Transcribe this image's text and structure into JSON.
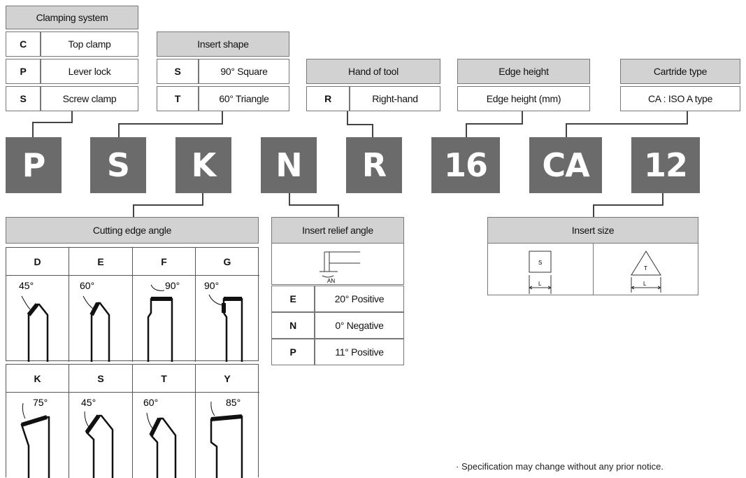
{
  "clamping": {
    "title": "Clamping system",
    "rows": [
      {
        "code": "C",
        "label": "Top clamp"
      },
      {
        "code": "P",
        "label": "Lever lock"
      },
      {
        "code": "S",
        "label": "Screw clamp"
      }
    ]
  },
  "insert_shape": {
    "title": "Insert shape",
    "rows": [
      {
        "code": "S",
        "label": "90° Square"
      },
      {
        "code": "T",
        "label": "60° Triangle"
      }
    ]
  },
  "hand": {
    "title": "Hand of tool",
    "rows": [
      {
        "code": "R",
        "label": "Right-hand"
      }
    ]
  },
  "edge_height": {
    "title": "Edge height",
    "label": "Edge height (mm)"
  },
  "cartridge": {
    "title": "Cartride type",
    "label": "CA : ISO A type"
  },
  "code_boxes": [
    "P",
    "S",
    "K",
    "N",
    "R",
    "16",
    "CA",
    "12"
  ],
  "cutting_edge": {
    "title": "Cutting edge angle",
    "row1": [
      {
        "code": "D",
        "angle": "45°"
      },
      {
        "code": "E",
        "angle": "60°"
      },
      {
        "code": "F",
        "angle": "90°"
      },
      {
        "code": "G",
        "angle": "90°"
      }
    ],
    "row2": [
      {
        "code": "K",
        "angle": "75°"
      },
      {
        "code": "S",
        "angle": "45°"
      },
      {
        "code": "T",
        "angle": "60°"
      },
      {
        "code": "Y",
        "angle": "85°"
      }
    ]
  },
  "relief": {
    "title": "Insert relief angle",
    "diagram_label": "AN",
    "rows": [
      {
        "code": "E",
        "label": "20° Positive"
      },
      {
        "code": "N",
        "label": "0° Negative"
      },
      {
        "code": "P",
        "label": "11° Positive"
      }
    ]
  },
  "insert_size": {
    "title": "Insert size",
    "square_letter": "S",
    "triangle_letter": "T",
    "dim_label": "L"
  },
  "note": "· Specification may change without any prior notice."
}
